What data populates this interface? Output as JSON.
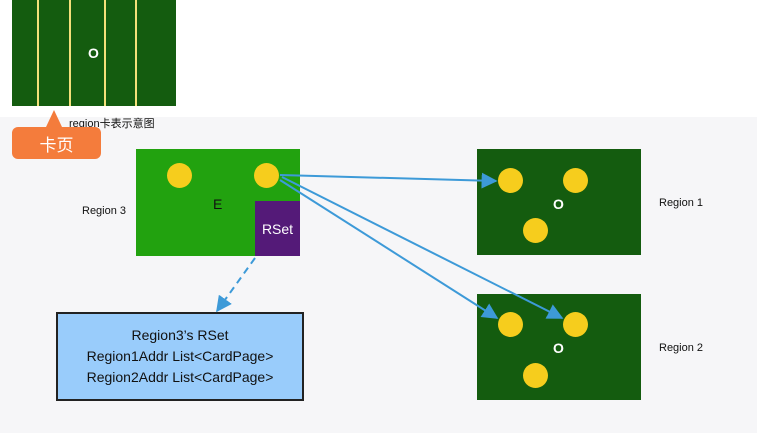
{
  "card_diagram": {
    "region_letter": "O",
    "caption": "region卡表示意图",
    "callout_label": "卡页"
  },
  "region3": {
    "label": "Region 3",
    "letter": "E",
    "rset_label": "RSet"
  },
  "region1": {
    "label": "Region 1",
    "letter": "O"
  },
  "region2": {
    "label": "Region 2",
    "letter": "O"
  },
  "rset_box": {
    "lines": [
      "Region3’s RSet",
      "Region1Addr List<CardPage>",
      "Region2Addr List<CardPage>"
    ]
  },
  "colors": {
    "old_region": "#145c0f",
    "eden_region": "#22a20f",
    "rset": "#541a78",
    "object_dot": "#f6cd1d",
    "arrow": "#3d9ad8",
    "callout": "#f47c3c",
    "rset_box": "#99ccfb"
  }
}
